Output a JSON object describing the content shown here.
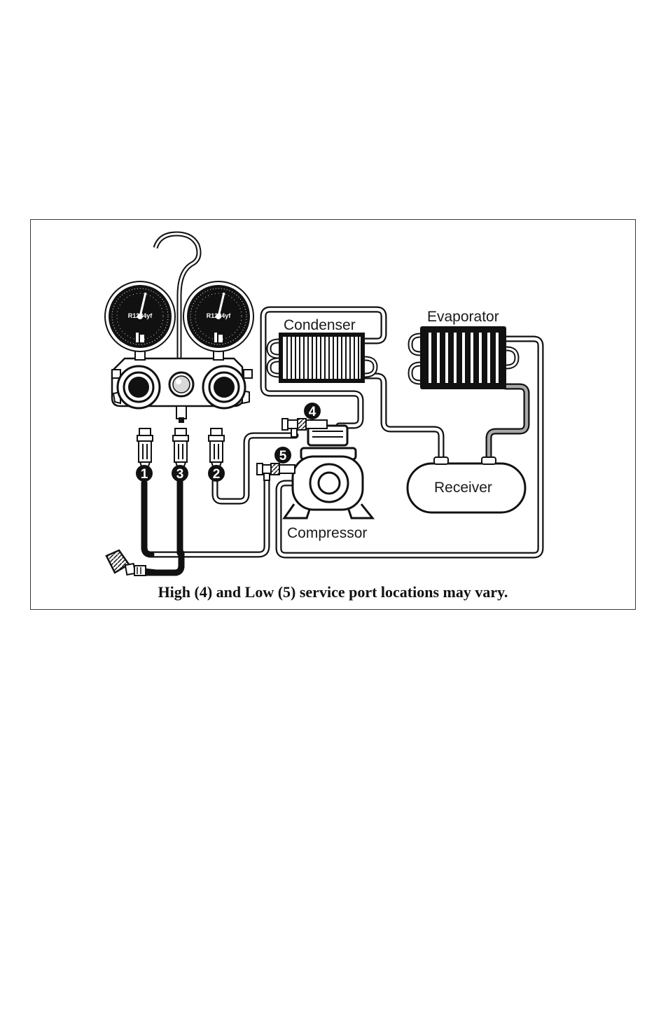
{
  "diagram": {
    "labels": {
      "condenser": "Condenser",
      "evaporator": "Evaporator",
      "receiver": "Receiver",
      "compressor": "Compressor"
    },
    "gauge_text": "R1234yf",
    "callouts": {
      "one": "1",
      "two": "2",
      "three": "3",
      "four": "4",
      "five": "5"
    },
    "caption": "High (4) and Low (5) service port locations may vary."
  }
}
